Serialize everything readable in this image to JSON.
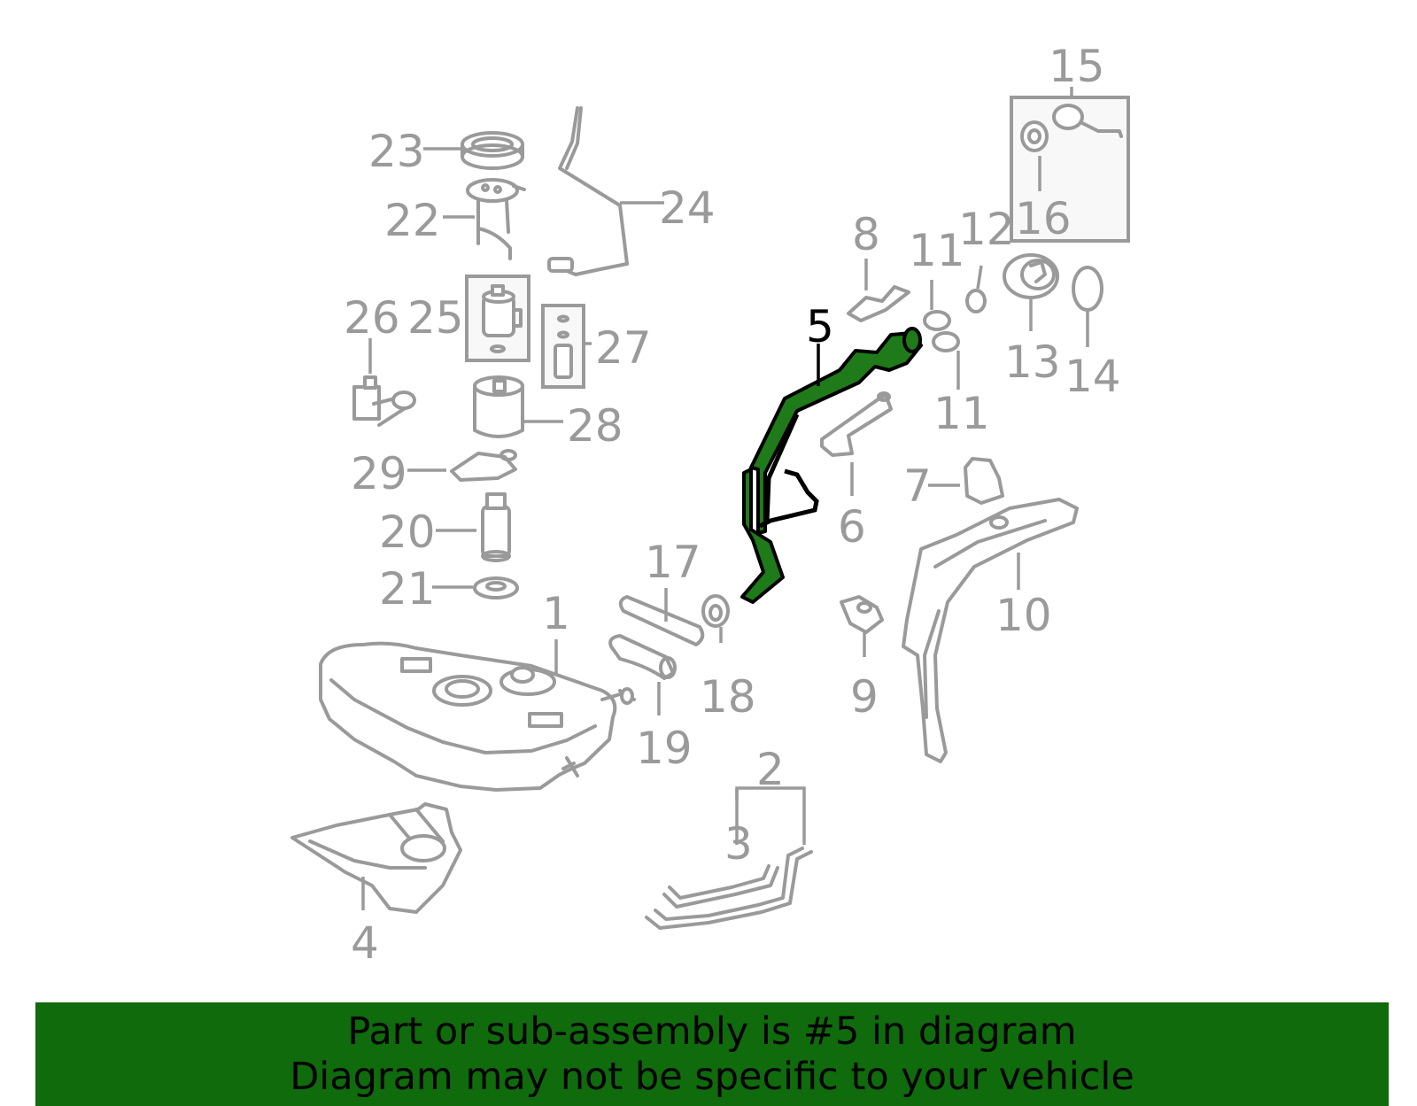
{
  "colors": {
    "parts": "#9a9a9a",
    "highlight_fill": "#1f7a1a",
    "highlight_outline": "#000000",
    "banner": "#0f6b0b",
    "banner_text": "#000000"
  },
  "highlighted_part": "5",
  "callouts": [
    {
      "id": "c1",
      "label": "1"
    },
    {
      "id": "c2",
      "label": "2"
    },
    {
      "id": "c3",
      "label": "3"
    },
    {
      "id": "c4",
      "label": "4"
    },
    {
      "id": "c5",
      "label": "5"
    },
    {
      "id": "c6",
      "label": "6"
    },
    {
      "id": "c7",
      "label": "7"
    },
    {
      "id": "c8",
      "label": "8"
    },
    {
      "id": "c9",
      "label": "9"
    },
    {
      "id": "c10",
      "label": "10"
    },
    {
      "id": "c11a",
      "label": "11"
    },
    {
      "id": "c11b",
      "label": "11"
    },
    {
      "id": "c12",
      "label": "12"
    },
    {
      "id": "c13",
      "label": "13"
    },
    {
      "id": "c14",
      "label": "14"
    },
    {
      "id": "c15",
      "label": "15"
    },
    {
      "id": "c16",
      "label": "16"
    },
    {
      "id": "c17",
      "label": "17"
    },
    {
      "id": "c18",
      "label": "18"
    },
    {
      "id": "c19",
      "label": "19"
    },
    {
      "id": "c20",
      "label": "20"
    },
    {
      "id": "c21",
      "label": "21"
    },
    {
      "id": "c22",
      "label": "22"
    },
    {
      "id": "c23",
      "label": "23"
    },
    {
      "id": "c24",
      "label": "24"
    },
    {
      "id": "c25",
      "label": "25"
    },
    {
      "id": "c26",
      "label": "26"
    },
    {
      "id": "c27",
      "label": "27"
    },
    {
      "id": "c28",
      "label": "28"
    },
    {
      "id": "c29",
      "label": "29"
    }
  ],
  "banner": {
    "line1": "Part or sub-assembly is #5 in diagram",
    "line2": "Diagram may not be specific to your vehicle"
  }
}
